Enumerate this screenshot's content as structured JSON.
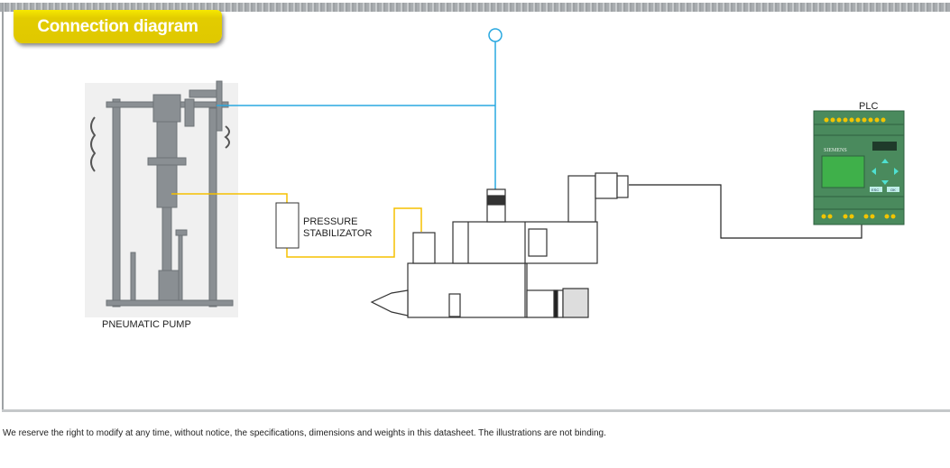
{
  "header": {
    "title": "Connection diagram"
  },
  "diagram": {
    "labels": {
      "pump": "PNEUMATIC PUMP",
      "stabilizer_line1": "PRESSURE",
      "stabilizer_line2": "STABILIZATOR",
      "plc": "PLC",
      "plc_brand": "SIEMENS",
      "plc_esc": "ESC",
      "plc_ok": "OK"
    },
    "colors": {
      "air_line": "#29a8e0",
      "fluid_line": "#f5c000",
      "signal_line": "#222222",
      "tab": "#e0c800"
    }
  },
  "footer": {
    "disclaimer": "We reserve the right to modify at any time, without notice, the specifications, dimensions and weights in this datasheet. The illustrations are not binding."
  }
}
